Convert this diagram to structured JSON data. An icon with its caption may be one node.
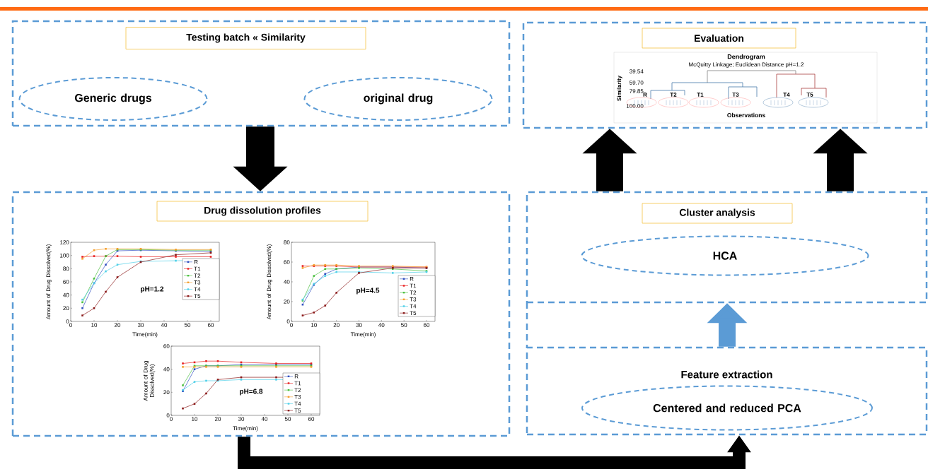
{
  "diagram": {
    "nodes": [
      {
        "text": [],
        "shape": "box"
      },
      {
        "text": [
          "Testing batch « Similarity"
        ],
        "in": 0
      },
      {
        "text": [
          "Generic drugs"
        ],
        "in": 0
      },
      {
        "text": [
          "original drug"
        ],
        "in": 0
      },
      {
        "text": [],
        "shape": "box"
      },
      {
        "text": [
          "Evaluation"
        ],
        "in": 4
      },
      {
        "text": [],
        "shape": "box"
      },
      {
        "text": [
          "Drug dissolution profiles"
        ],
        "in": 6
      },
      {
        "text": [],
        "shape": "box"
      },
      {
        "text": [
          "Cluster analysis"
        ],
        "in": 8
      },
      {
        "text": [
          "HCA"
        ],
        "in": 8
      },
      {
        "text": [
          "Feature extraction"
        ]
      },
      {
        "text": [
          "Centered and reduced PCA"
        ],
        "in": 11
      }
    ],
    "edges": [
      {
        "from": 0,
        "to": 6,
        "arrow": "to"
      },
      {
        "from": 6,
        "to": 11,
        "arrow": "to"
      },
      {
        "from": 11,
        "to": 8,
        "arrow": "to",
        "color": "#5b9bd5"
      },
      {
        "from": 8,
        "to": 4,
        "arrow": "to"
      },
      {
        "from": 8,
        "to": 4,
        "arrow": "to"
      }
    ],
    "labels": [
      "Dendrogram",
      "McQuitty Linkage; Euclidean Distance pH=1.2",
      "39.54",
      "59.70",
      "79.85",
      "100.00",
      "Similarity",
      "R",
      "T2",
      "T1",
      "T3",
      "T4",
      "T5",
      "Observations",
      "Amount of Drug Dissolved(%)",
      "Time(min)",
      "0",
      "20",
      "40",
      "60",
      "80",
      "100",
      "120",
      "0",
      "10",
      "20",
      "30",
      "40",
      "50",
      "60",
      "pH=1.2",
      "R",
      "T1",
      "T2",
      "T3",
      "T4",
      "T5",
      "Amount of Drug Dissolved(%)",
      "Time(min)",
      "0",
      "20",
      "40",
      "60",
      "80",
      "0",
      "10",
      "20",
      "30",
      "40",
      "50",
      "60",
      "pH=4.5",
      "R",
      "T1",
      "T2",
      "T3",
      "T4",
      "T5",
      "Amount of Drug Dissolved(%)",
      "Time(min)",
      "0",
      "20",
      "40",
      "60",
      "0",
      "10",
      "20",
      "30",
      "40",
      "50",
      "60",
      "pH=6.8",
      "R",
      "T1",
      "T2",
      "T3",
      "T4",
      "T5"
    ]
  }
}
